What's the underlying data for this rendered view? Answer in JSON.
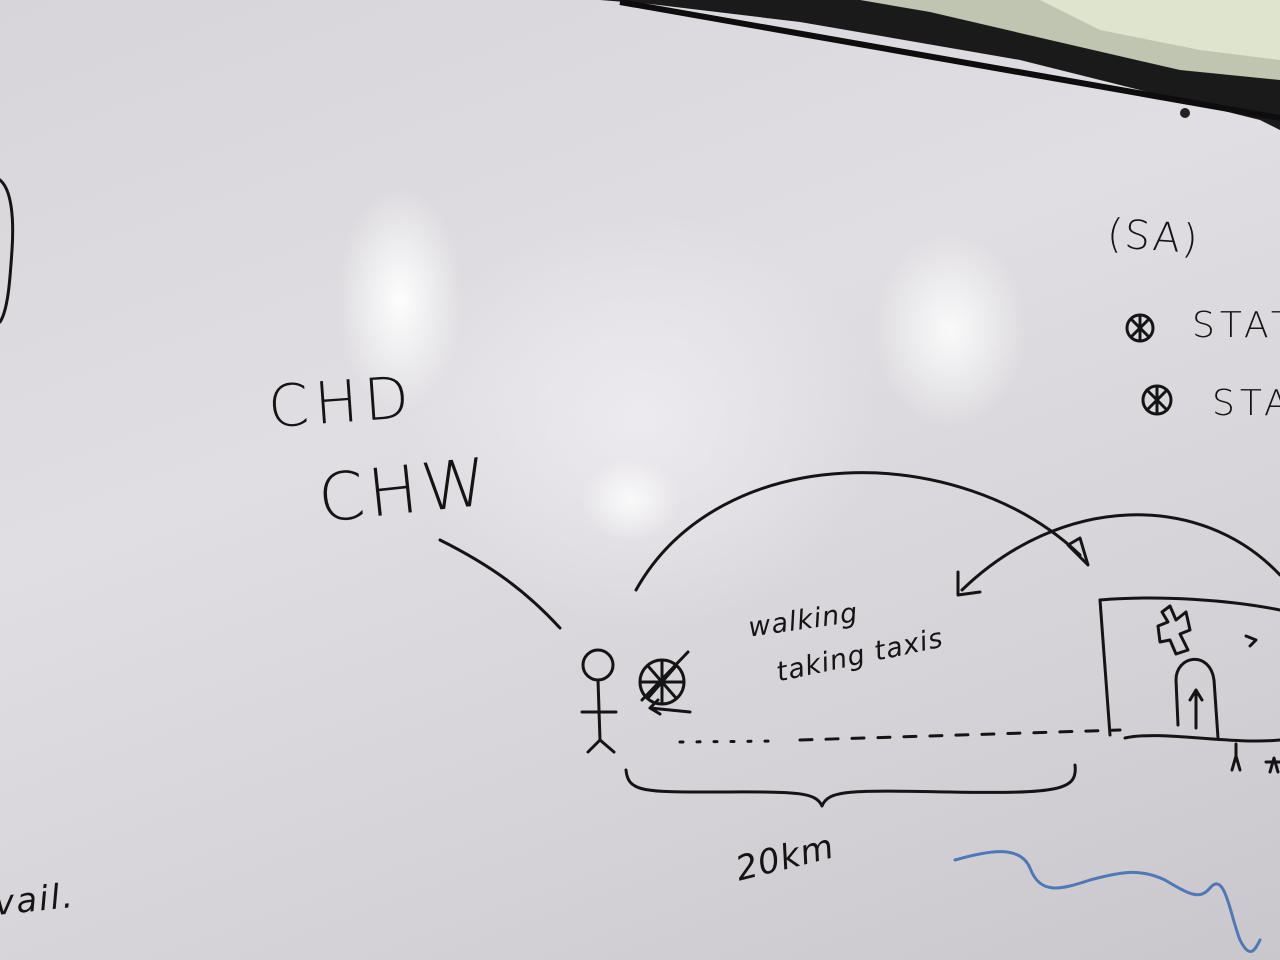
{
  "board": {
    "chd": "CHD",
    "chw": "CHW",
    "walking": "walking",
    "taking_taxis": "taking taxis",
    "distance": "20km",
    "sa": "(SA)",
    "legend_1": "STATI",
    "legend_2": "STATI",
    "avail": "vail."
  },
  "colors": {
    "ink": "#141414",
    "board": "#d9d7db",
    "frame": "#161616",
    "blue_marker": "#4f78b8"
  }
}
